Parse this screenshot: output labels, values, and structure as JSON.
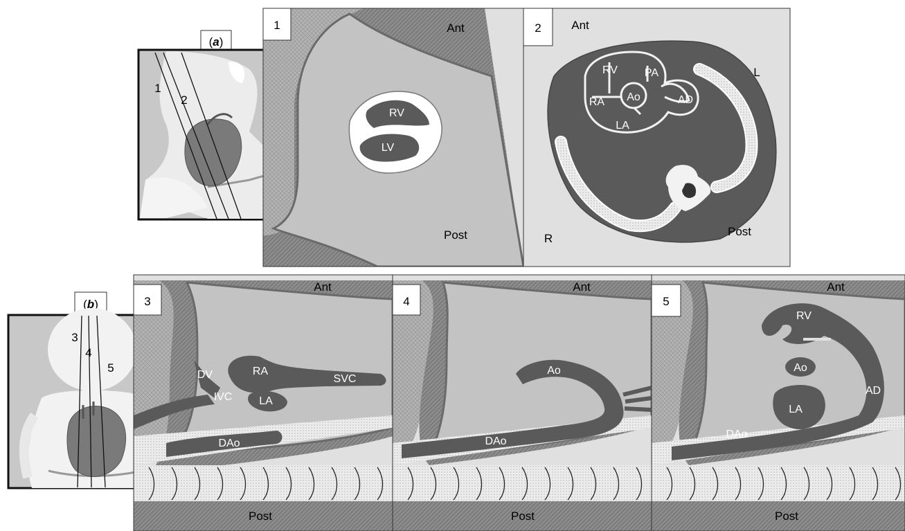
{
  "panel_a": {
    "caption_open": "(",
    "caption_letter": "a",
    "caption_close": ")",
    "line_labels": [
      "1",
      "2"
    ]
  },
  "panel_b": {
    "caption_open": "(",
    "caption_letter": "b",
    "caption_close": ")",
    "line_labels": [
      "3",
      "4",
      "5"
    ]
  },
  "section1": {
    "number": "1",
    "ant": "Ant",
    "post": "Post",
    "structures": [
      "RV",
      "LV"
    ]
  },
  "section2": {
    "number": "2",
    "ant": "Ant",
    "post": "Post",
    "left": "L",
    "right": "R",
    "structures": [
      "RV",
      "PA",
      "RA",
      "Ao",
      "AD",
      "LA"
    ]
  },
  "section3": {
    "number": "3",
    "ant": "Ant",
    "post": "Post",
    "structures": [
      "DV",
      "RA",
      "SVC",
      "IVC",
      "LA",
      "DAo"
    ]
  },
  "section4": {
    "number": "4",
    "ant": "Ant",
    "post": "Post",
    "structures": [
      "Ao",
      "DAo"
    ]
  },
  "section5": {
    "number": "5",
    "ant": "Ant",
    "post": "Post",
    "structures": [
      "RV",
      "Ao",
      "AD",
      "LA",
      "DAo"
    ]
  }
}
